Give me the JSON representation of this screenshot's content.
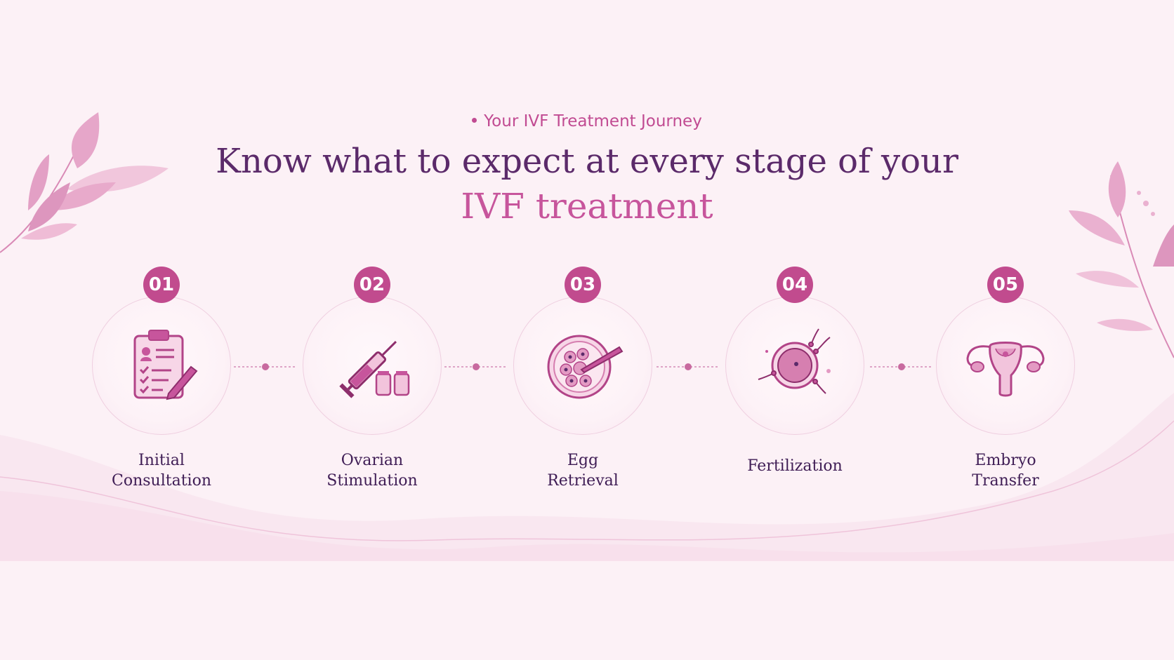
{
  "header": {
    "eyebrow": "Your IVF Treatment Journey",
    "title_line1": "Know what to expect at every stage of your",
    "title_line2": "IVF treatment"
  },
  "colors": {
    "background": "#fcf1f6",
    "accent": "#c14b8e",
    "heading_dark": "#5b2a6a",
    "heading_pink": "#c7559c"
  },
  "steps": [
    {
      "number": "01",
      "label": "Initial\nConsultation",
      "icon": "clipboard-icon"
    },
    {
      "number": "02",
      "label": "Ovarian\nStimulation",
      "icon": "syringe-icon"
    },
    {
      "number": "03",
      "label": "Egg\nRetrieval",
      "icon": "petri-dish-icon"
    },
    {
      "number": "04",
      "label": "Fertilization",
      "icon": "egg-cell-icon"
    },
    {
      "number": "05",
      "label": "Embryo\nTransfer",
      "icon": "uterus-icon"
    }
  ]
}
